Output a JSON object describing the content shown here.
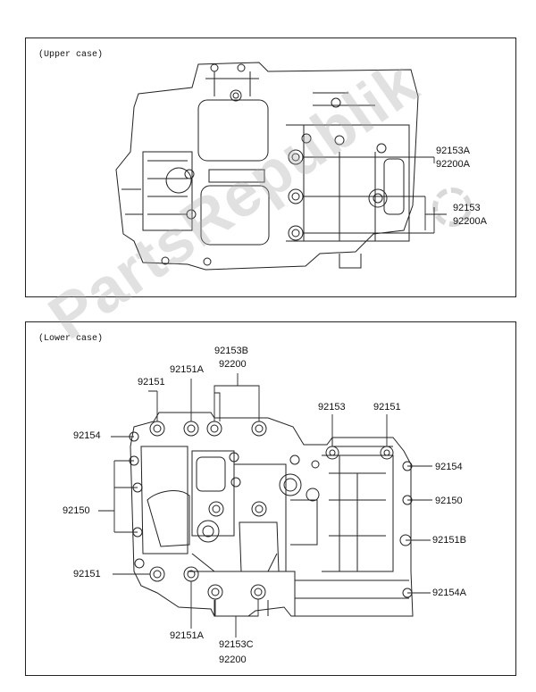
{
  "upper_case": {
    "title": "(Upper case)",
    "labels": [
      "92153A",
      "92200A",
      "92153",
      "92200A"
    ]
  },
  "lower_case": {
    "title": "(Lower case)",
    "labels": {
      "l_92153b": "92153B",
      "l_92200_top": "92200",
      "l_92151a_top": "92151A",
      "l_92151_topleft": "92151",
      "l_92154_left": "92154",
      "l_92150_left": "92150",
      "l_92151_left": "92151",
      "l_92151a_bottom": "92151A",
      "l_92153c": "92153C",
      "l_92200_bottom": "92200",
      "l_92153_topright": "92153",
      "l_92151_topright": "92151",
      "l_92154_right": "92154",
      "l_92150_right": "92150",
      "l_92151b": "92151B",
      "l_92154a": "92154A"
    }
  },
  "watermark": "PartsRepublik"
}
